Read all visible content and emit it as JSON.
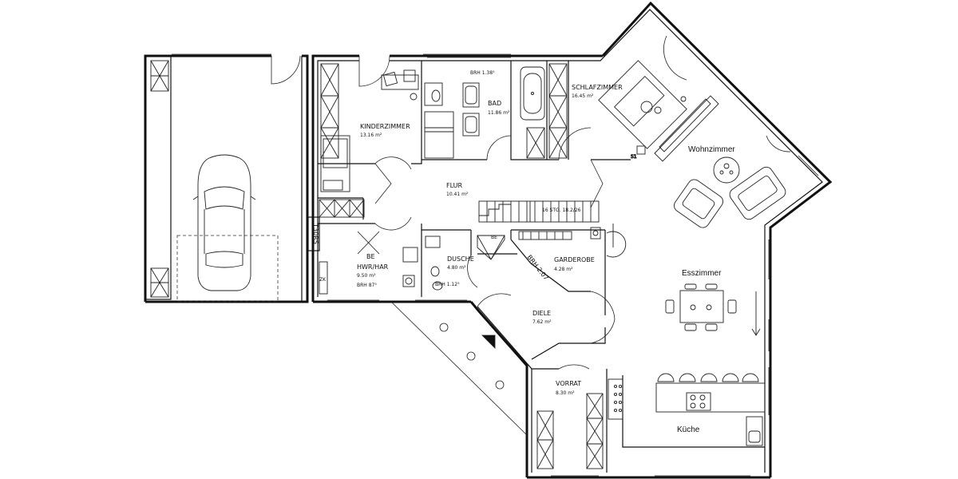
{
  "rooms": {
    "kinderzimmer": {
      "name": "KINDERZIMMER",
      "area": "13.16 m²"
    },
    "bad": {
      "name": "BAD",
      "area": "11.86 m²",
      "brh": "BRH 1.38⁵"
    },
    "schlafzimmer": {
      "name": "SCHLAFZIMMER",
      "area": "16.45 m²"
    },
    "flur": {
      "name": "FLUR",
      "area": "10.41 m²"
    },
    "wohnzimmer": {
      "name": "Wohnzimmer"
    },
    "hwr": {
      "name": "HWR/HAR",
      "area": "9.50 m²",
      "brh": "BRH 87⁵",
      "be": "BE"
    },
    "dusche": {
      "name": "DUSCHE",
      "area": "4.80 m²",
      "brh": "BRH 1.12⁵"
    },
    "garderobe": {
      "name": "GARDEROBE",
      "area": "4.28 m²",
      "brh": "BRH 2.07",
      "be": "BE"
    },
    "diele": {
      "name": "DIELE",
      "area": "7.62 m²"
    },
    "esszimmer": {
      "name": "Esszimmer"
    },
    "vorrat": {
      "name": "VORRAT",
      "area": "8.30 m²"
    },
    "kueche": {
      "name": "Küche"
    }
  },
  "stairs": {
    "label": "16 STG. 18.2/26"
  },
  "labels": {
    "door_label": "T30RS",
    "zk": "ZK",
    "fireplace_label": "S1"
  }
}
